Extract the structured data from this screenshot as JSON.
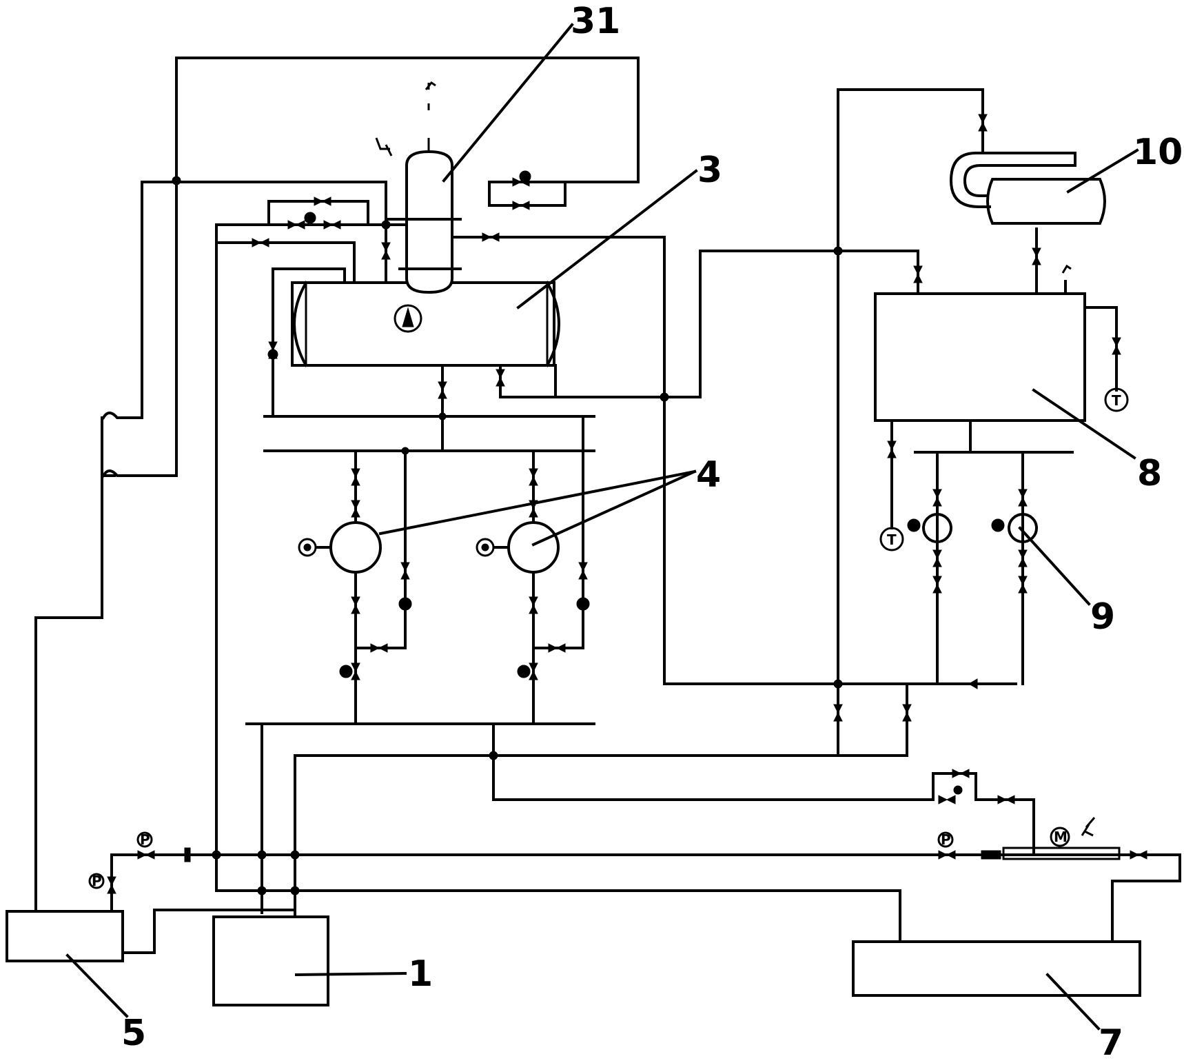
{
  "labels": {
    "l31": "31",
    "l3": "3",
    "l4": "4",
    "l10": "10",
    "l8": "8",
    "l9": "9",
    "l1": "1",
    "l5": "5",
    "l7": "7"
  },
  "symbols": {
    "pressure_gauge": "P",
    "temperature_gauge": "T",
    "flow_meter": "M"
  }
}
